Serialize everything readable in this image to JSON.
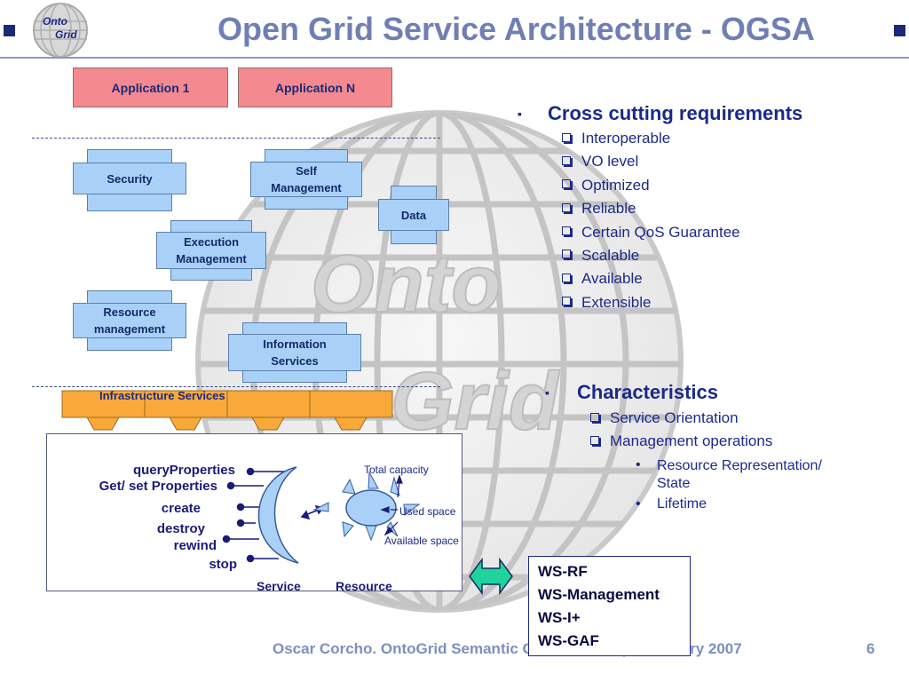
{
  "header": {
    "title": "Open Grid Service Architecture - OGSA",
    "logo_text_1": "Onto",
    "logo_text_2": "Grid"
  },
  "applications": [
    "Application 1",
    "Application N"
  ],
  "services": {
    "security": "Security",
    "self_management": "Self Management",
    "data": "Data",
    "execution_management": "Execution Management",
    "resource_management": "Resource management",
    "information_services": "Information Services",
    "infrastructure": "Infrastructure Services"
  },
  "watermark": [
    "Onto",
    "Grid"
  ],
  "requirements": {
    "heading": "Cross cutting requirements",
    "items": [
      "Interoperable",
      "VO level",
      "Optimized",
      "Reliable",
      "Certain QoS  Guarantee",
      "Scalable",
      "Available",
      "Extensible"
    ]
  },
  "characteristics": {
    "heading": "Characteristics",
    "items": [
      "Service Orientation",
      "Management operations"
    ],
    "sub_items": [
      "Resource Representation/ State",
      "Lifetime"
    ]
  },
  "diagram": {
    "operations": [
      "queryProperties",
      "Get/ set Properties",
      "create",
      "destroy",
      "rewind",
      "stop"
    ],
    "resource_labels": [
      "Total capacity",
      "Used  space",
      "Available space"
    ],
    "service_label": "Service",
    "resource_label": "Resource"
  },
  "specs": [
    "WS-RF",
    "WS-Management",
    "WS-I+",
    "WS-GAF"
  ],
  "footer": {
    "text": "Oscar Corcho. OntoGrid Semantic Grid Workshop, February 2007",
    "page": "6"
  },
  "colors": {
    "title": "#6f7fb5",
    "navy": "#1a2a8a",
    "app_box": "#f48a8f",
    "service_box": "#a9d1f7",
    "infrastructure": "#f9a93a"
  }
}
